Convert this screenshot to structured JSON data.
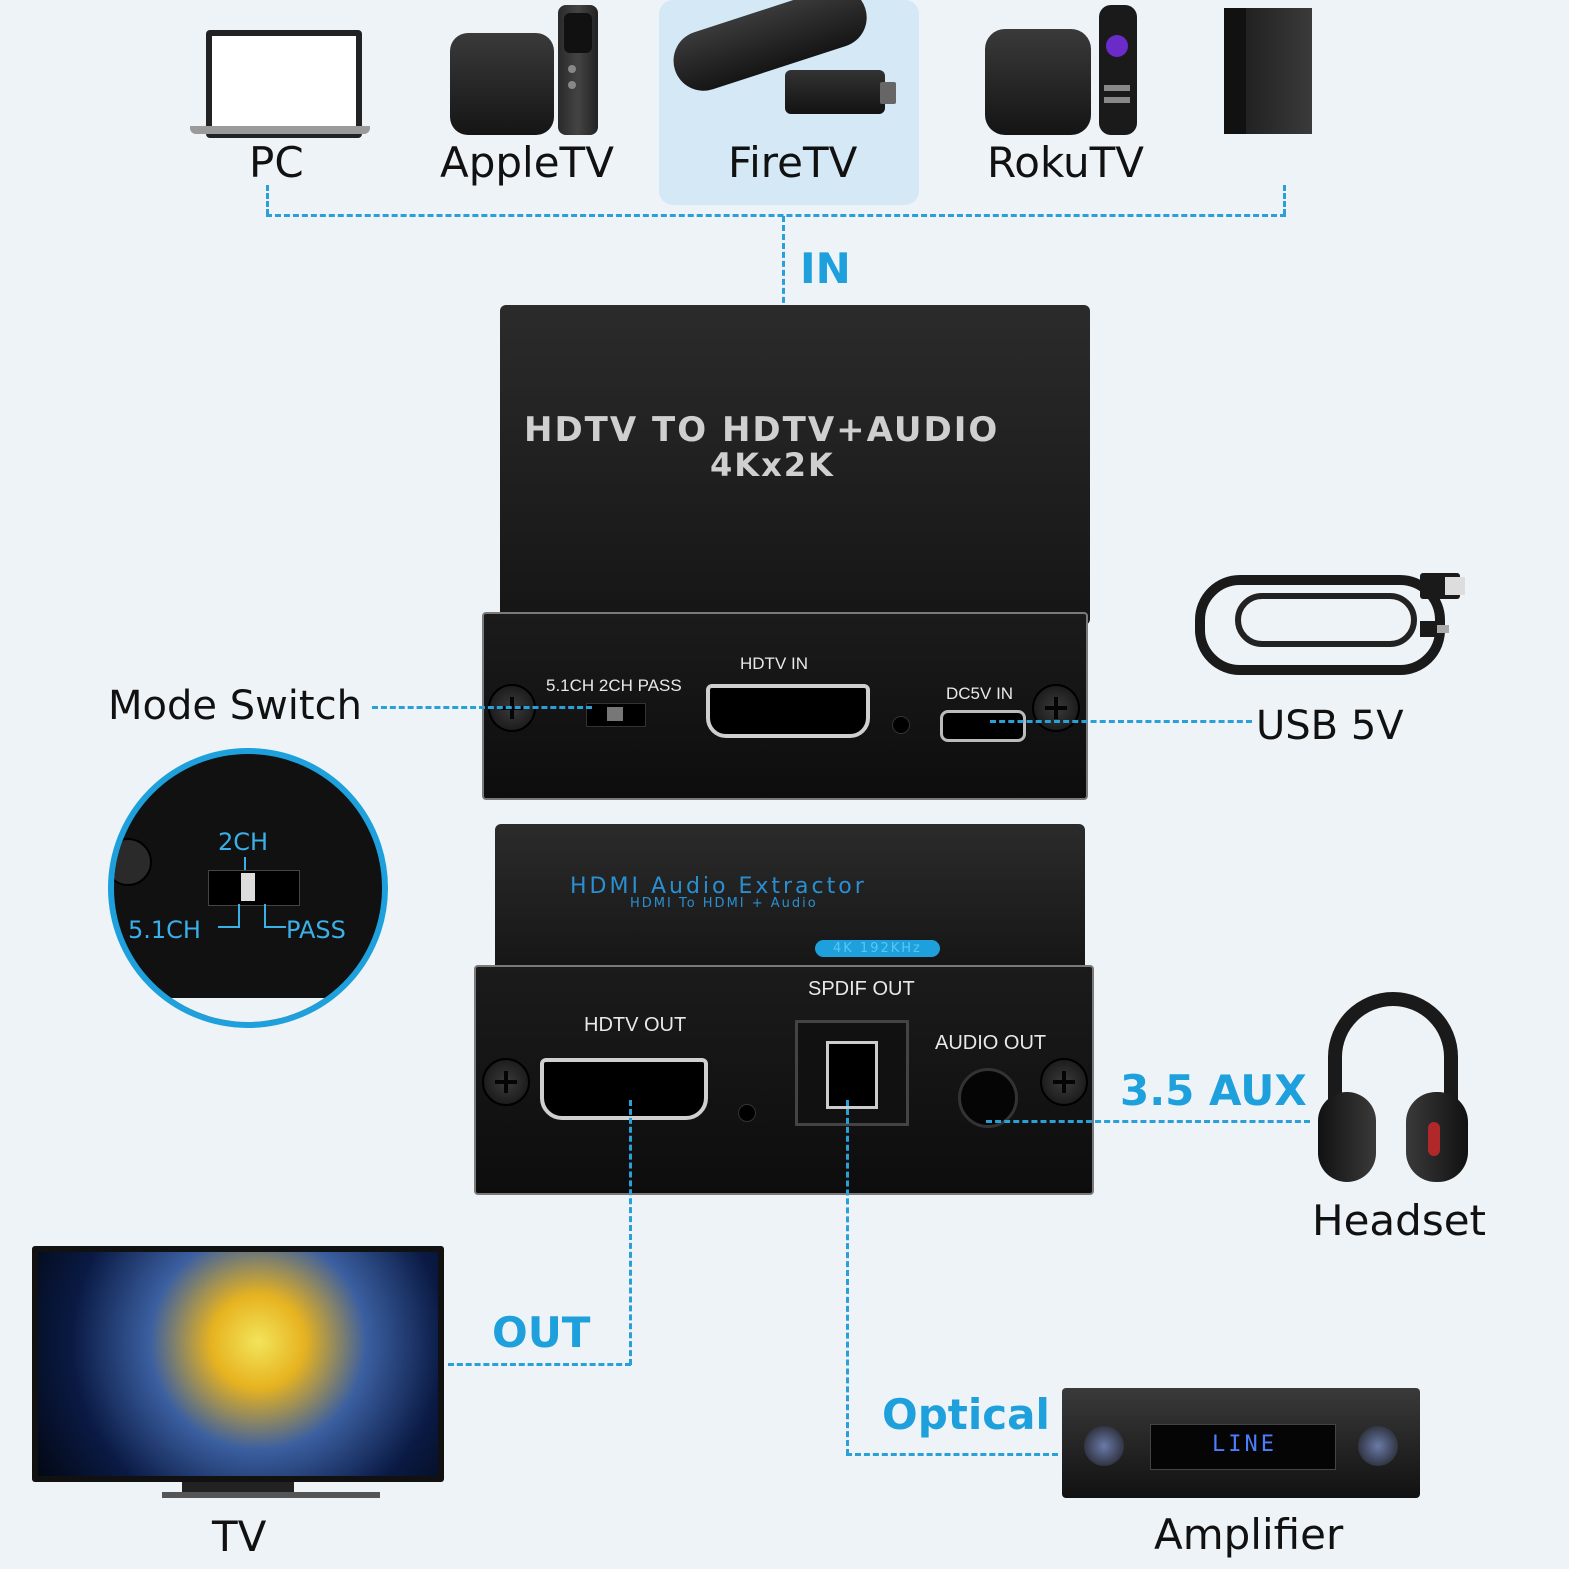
{
  "sources": [
    {
      "label": "PC",
      "icon": "laptop-icon"
    },
    {
      "label": "AppleTV",
      "icon": "apple-tv-icon"
    },
    {
      "label": "FireTV",
      "icon": "fire-tv-icon"
    },
    {
      "label": "RokuTV",
      "icon": "roku-tv-icon"
    },
    {
      "label": "",
      "icon": "game-console-icon"
    }
  ],
  "labels": {
    "in": "IN",
    "mode_switch": "Mode Switch",
    "usb": "USB 5V",
    "aux": "3.5 AUX",
    "headset": "Headset",
    "out": "OUT",
    "tv": "TV",
    "optical": "Optical",
    "amplifier": "Amplifier"
  },
  "top_device": {
    "title": "HDTV TO HDTV+AUDIO",
    "subtitle": "4Kx2K",
    "mode_options": "5.1CH  2CH  PASS",
    "hdmi_in": "HDTV  IN",
    "dc_in": "DC5V  IN"
  },
  "bottom_device": {
    "title": "HDMI Audio Extractor",
    "subtitle": "HDMI To HDMI + Audio",
    "badge": "4K 192KHz",
    "hdmi_out": "HDTV OUT",
    "spdif": "SPDIF OUT",
    "audio_out": "AUDIO OUT"
  },
  "zoom": {
    "top": "2CH",
    "left": "5.1CH",
    "right": "PASS"
  },
  "amp_display": "LINE",
  "colors": {
    "accent": "#1ea0dc",
    "highlight": "#d4e8f5",
    "background": "#eef3f7"
  }
}
